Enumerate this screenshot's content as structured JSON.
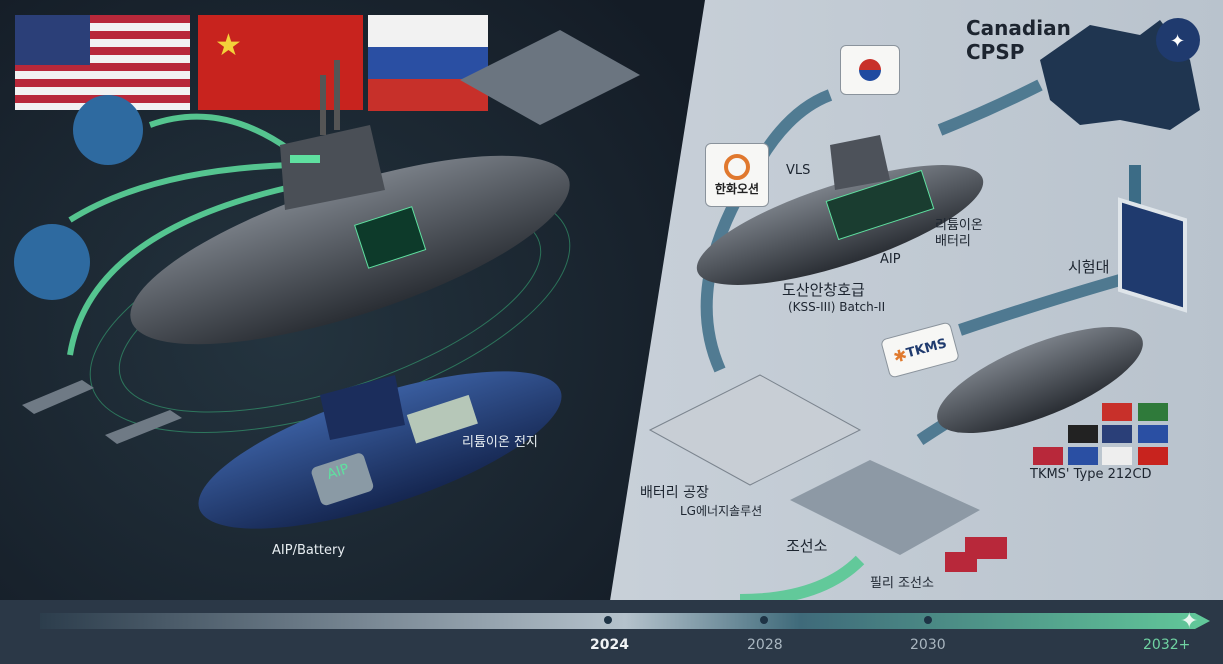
{
  "header": {
    "title_line1": "Canadian",
    "title_line2": "CPSP",
    "nato_icon": "nato-compass-icon"
  },
  "left": {
    "flags": [
      "usa",
      "china",
      "russia"
    ],
    "battery_label": "리튬이온 전지",
    "aip_label": "AIP",
    "aip_battery_label": "AIP/Battery"
  },
  "right": {
    "hanwha_logo": "한화오션",
    "vls_label": "VLS",
    "battery_label_line1": "리튬이온",
    "battery_label_line2": "배터리",
    "aip_label": "AIP",
    "sub_name": "도산안창호급",
    "sub_class": "(KSS-III) Batch-II",
    "testbed_label": "시험대",
    "tkms_logo": "TKMS",
    "tkms_sub_label": "TKMS' Type 212CD",
    "factory_label": "배터리 공장",
    "factory_company": "LG에너지솔루션",
    "shipyard_label": "조선소",
    "philly_label": "필리 조선소"
  },
  "timeline": {
    "years": [
      "2024",
      "2028",
      "2030",
      "2032+"
    ]
  },
  "colors": {
    "dark_bg": "#1c2733",
    "light_bg": "#c7cfd8",
    "accent_green": "#5fd39a",
    "navy": "#1f3a6e"
  }
}
